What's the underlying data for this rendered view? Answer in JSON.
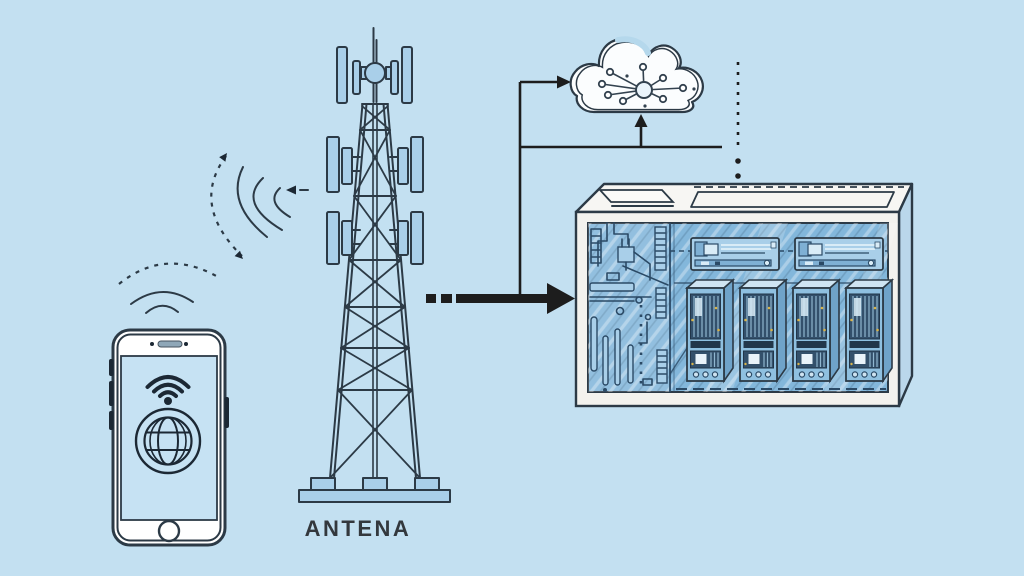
{
  "labels": {
    "antenna": "ANTENA"
  },
  "colors": {
    "background": "#c3e0f1",
    "outline": "#2c3a46",
    "icon_navy": "#1c2834",
    "panel_blue": "#a9cfe9",
    "arrow_black": "#1d1d1d",
    "label_text": "#33383d",
    "server_frame": "#f3f2ee",
    "server_top": "#f7f6f3",
    "server_side": "#bad7eb",
    "interior_blue": "#83b7db",
    "interior_dark": "#2b4a66",
    "module_blue": "#8fc0e0",
    "module_dark": "#33506b",
    "detail_light": "#d9ecf7",
    "accent_yellow": "#d8b44a",
    "cloud_fill": "#fbfdfe",
    "cloud_shade": "#b5d8ec",
    "screen_blue": "#c6e2f3",
    "white": "#ffffff"
  },
  "nodes": [
    {
      "id": "smartphone",
      "icons": [
        "wifi-icon",
        "globe-icon"
      ]
    },
    {
      "id": "antenna-tower",
      "label": "ANTENA"
    },
    {
      "id": "cloud-network",
      "icons": [
        "cloud-icon",
        "network-nodes-icon"
      ]
    },
    {
      "id": "server-unit",
      "icons": [
        "circuit-board-icon",
        "server-modules-icon"
      ]
    }
  ],
  "connections": [
    {
      "from": "smartphone",
      "to": "antenna-tower",
      "style": "dashed-bidirectional-arc"
    },
    {
      "from": "antenna-tower",
      "to": "smartphone",
      "style": "signal-waves"
    },
    {
      "from": "antenna-tower",
      "to": "server-unit",
      "style": "thick-dashed-arrow"
    },
    {
      "from": "antenna-tower",
      "to": "cloud-network",
      "style": "elbow-arrow"
    },
    {
      "from": "server-unit",
      "to": "cloud-network",
      "style": "up-arrow"
    },
    {
      "from": "cloud-network",
      "to": "server-unit",
      "style": "dotted-vertical-line"
    }
  ]
}
